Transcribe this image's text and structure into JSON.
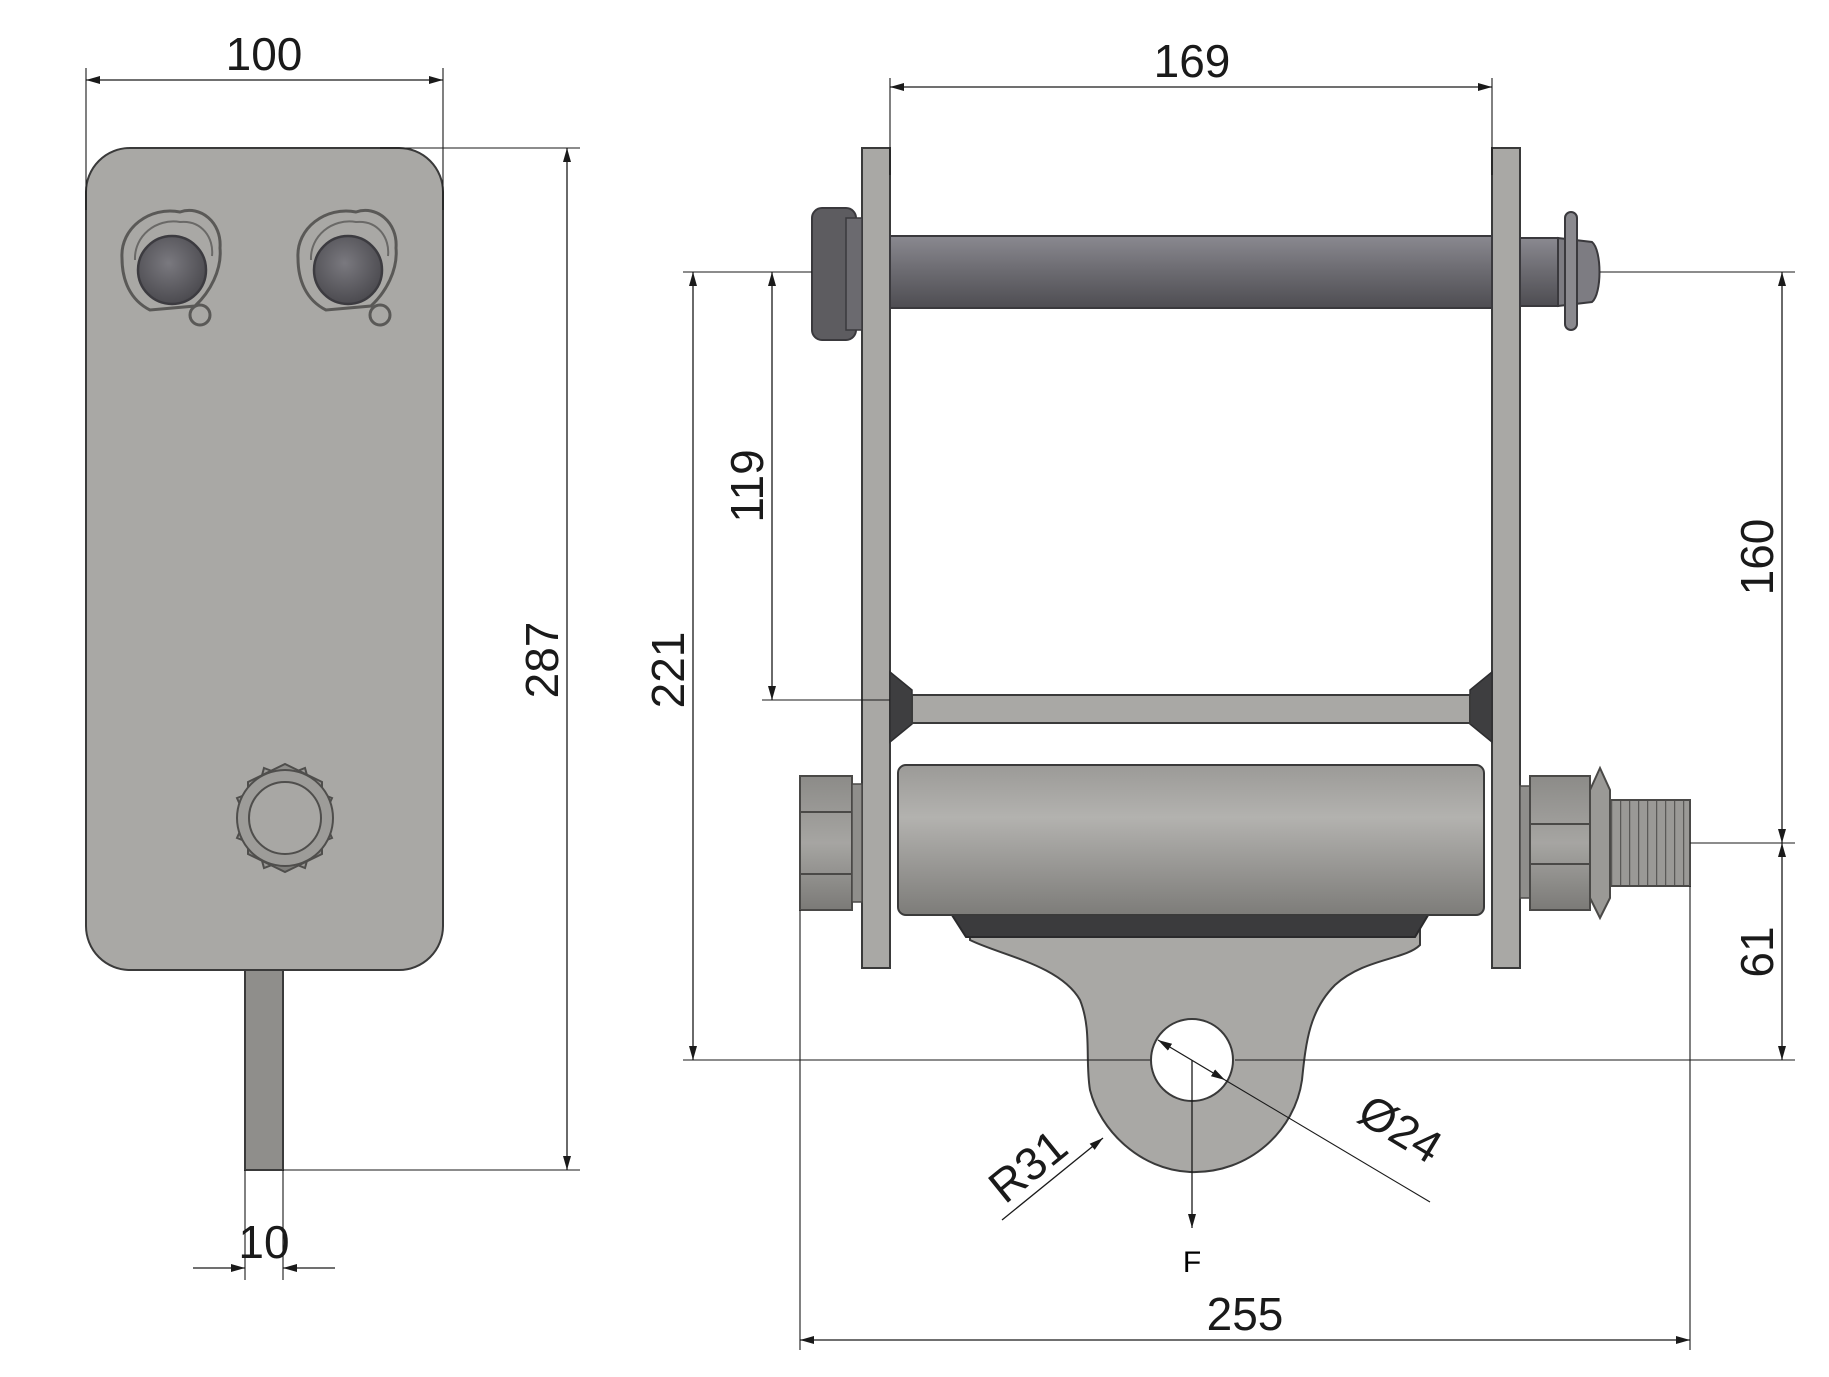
{
  "dimensions": {
    "side_width": "100",
    "side_height": "287",
    "tab_thickness": "10",
    "inner_width": "169",
    "upper_gap": "119",
    "overall_height": "221",
    "pin_to_bolt": "160",
    "bolt_to_eye": "61",
    "overall_width": "255",
    "eye_radius": "R31",
    "eye_diameter": "Ø24"
  },
  "labels": {
    "force": "F"
  },
  "colors": {
    "plate": "#a9a8a5",
    "plate_dark": "#8e8d8a",
    "pin_dark": "#5d5c60",
    "pin_mid": "#74737a",
    "roller": "#a4a3a0",
    "rubber": "#3b3b3d",
    "line": "#1a1a1a"
  }
}
